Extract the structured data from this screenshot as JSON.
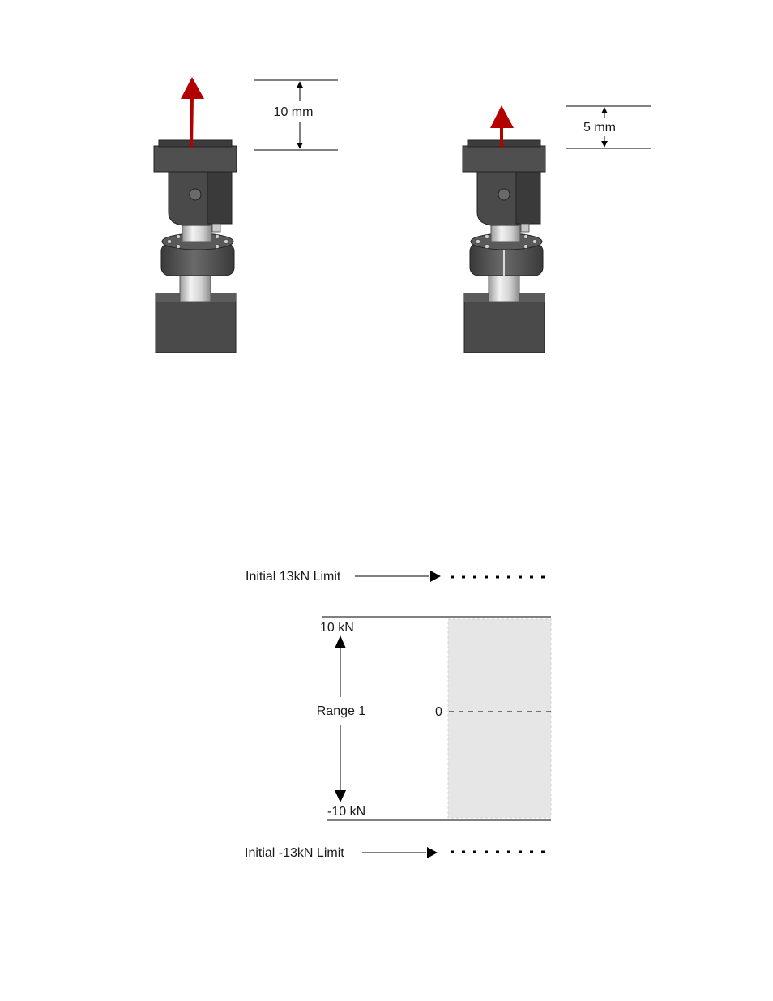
{
  "fixture_diagram": {
    "left_fixture": {
      "displacement_label": "10 mm"
    },
    "right_fixture": {
      "displacement_label": "5 mm"
    },
    "colors": {
      "force_arrow": "#b30000",
      "fixture_body": "#4a4a4a",
      "fixture_shadow": "#2e2e2e",
      "shaft": "#d9d9d9"
    }
  },
  "range_diagram": {
    "upper_limit_label": "Initial 13kN Limit",
    "lower_limit_label": "Initial -13kN Limit",
    "upper_range_label": "10 kN",
    "lower_range_label": "-10 kN",
    "range_name": "Range 1",
    "zero_label": "0",
    "colors": {
      "range_band": "#e6e6e6",
      "lines": "#000000"
    }
  }
}
